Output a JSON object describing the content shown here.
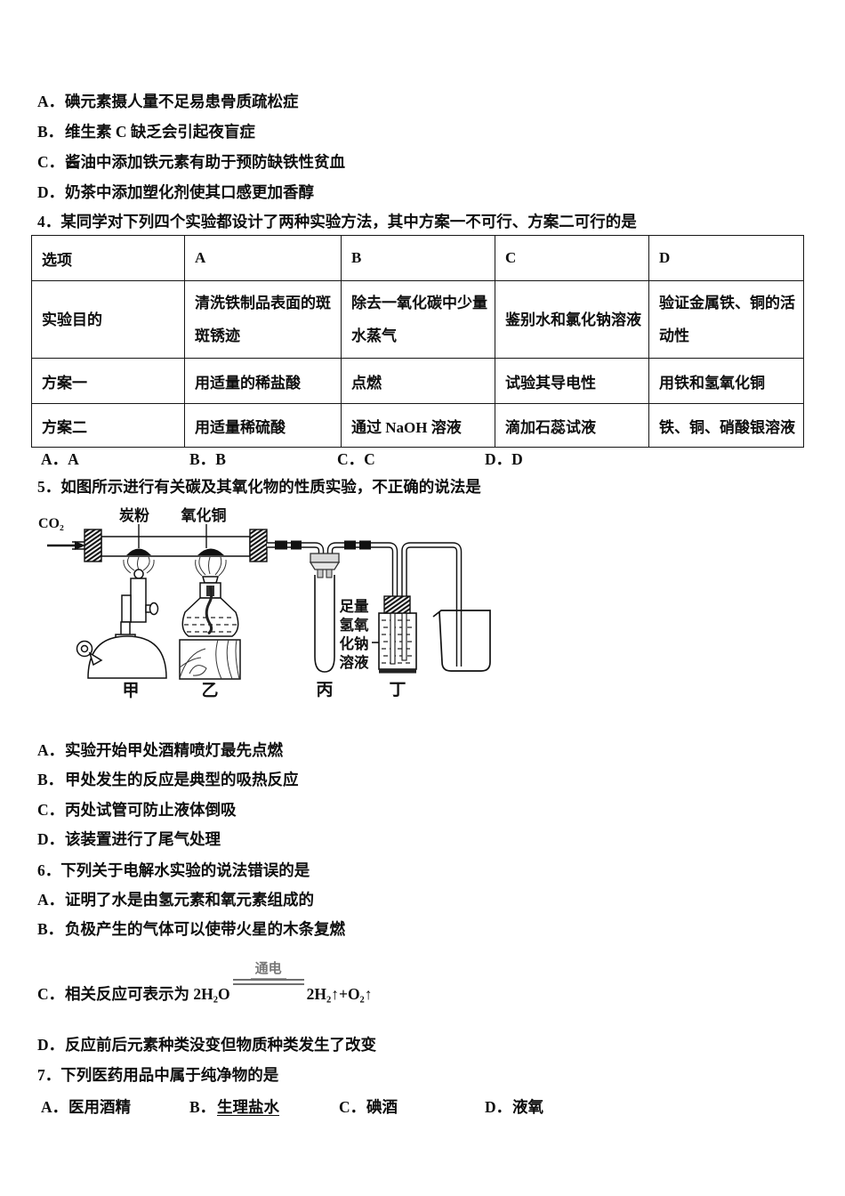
{
  "top_options": [
    {
      "key": "A．",
      "text": "碘元素摄人量不足易患骨质疏松症"
    },
    {
      "key": "B．",
      "text": "维生素 C 缺乏会引起夜盲症"
    },
    {
      "key": "C．",
      "text": "酱油中添加铁元素有助于预防缺铁性贫血"
    },
    {
      "key": "D．",
      "text": "奶茶中添加塑化剂使其口感更加香醇"
    }
  ],
  "q4": {
    "number": "4．",
    "stem": "某同学对下列四个实验都设计了两种实验方法，其中方案一不可行、方案二可行的是",
    "table": {
      "headers": [
        "选项",
        "A",
        "B",
        "C",
        "D"
      ],
      "rows": [
        {
          "label": "实验目的",
          "cells": [
            "清洗铁制品表面的斑斑锈迹",
            "除去一氧化碳中少量水蒸气",
            "鉴别水和氯化钠溶液",
            "验证金属铁、铜的活动性"
          ]
        },
        {
          "label": "方案一",
          "cells": [
            "用适量的稀盐酸",
            "点燃",
            "试验其导电性",
            "用铁和氢氧化铜"
          ]
        },
        {
          "label": "方案二",
          "cells": [
            "用适量稀硫酸",
            "通过 NaOH 溶液",
            "滴加石蕊试液",
            "铁、铜、硝酸银溶液"
          ]
        }
      ]
    },
    "answers": [
      {
        "key": "A．",
        "text": "A"
      },
      {
        "key": "B．",
        "text": "B"
      },
      {
        "key": "C．",
        "text": "C"
      },
      {
        "key": "D．",
        "text": "D"
      }
    ]
  },
  "q5": {
    "number": "5．",
    "stem": "如图所示进行有关碳及其氧化物的性质实验，不正确的说法是",
    "diagram": {
      "gas_in": "CO₂",
      "carbon_label": "炭粉",
      "copper_oxide_label": "氧化铜",
      "device_jia": "甲",
      "device_yi": "乙",
      "device_bing": "丙",
      "device_ding": "丁",
      "naoh_lines": [
        "足量",
        "氢氧",
        "化钠",
        "溶液"
      ]
    },
    "options": [
      {
        "key": "A．",
        "text": "实验开始甲处酒精喷灯最先点燃"
      },
      {
        "key": "B．",
        "text": "甲处发生的反应是典型的吸热反应"
      },
      {
        "key": "C．",
        "text": "丙处试管可防止液体倒吸"
      },
      {
        "key": "D．",
        "text": "该装置进行了尾气处理"
      }
    ]
  },
  "q6": {
    "number": "6．",
    "stem": "下列关于电解水实验的说法错误的是",
    "options": [
      {
        "key": "A．",
        "text": "证明了水是由氢元素和氧元素组成的"
      },
      {
        "key": "B．",
        "text": "负极产生的气体可以使带火星的木条复燃"
      },
      {
        "key": "C．",
        "text": "相关反应可表示为 2H₂O",
        "condition": "通电",
        "right": "2H₂↑+O₂↑"
      },
      {
        "key": "D．",
        "text": "反应前后元素种类没变但物质种类发生了改变"
      }
    ]
  },
  "q7": {
    "number": "7．",
    "stem": "下列医药用品中属于纯净物的是",
    "options": [
      {
        "key": "A．",
        "text": "医用酒精"
      },
      {
        "key": "B．",
        "text": "生理盐水"
      },
      {
        "key": "C．",
        "text": "碘酒"
      },
      {
        "key": "D．",
        "text": "液氧"
      }
    ]
  }
}
